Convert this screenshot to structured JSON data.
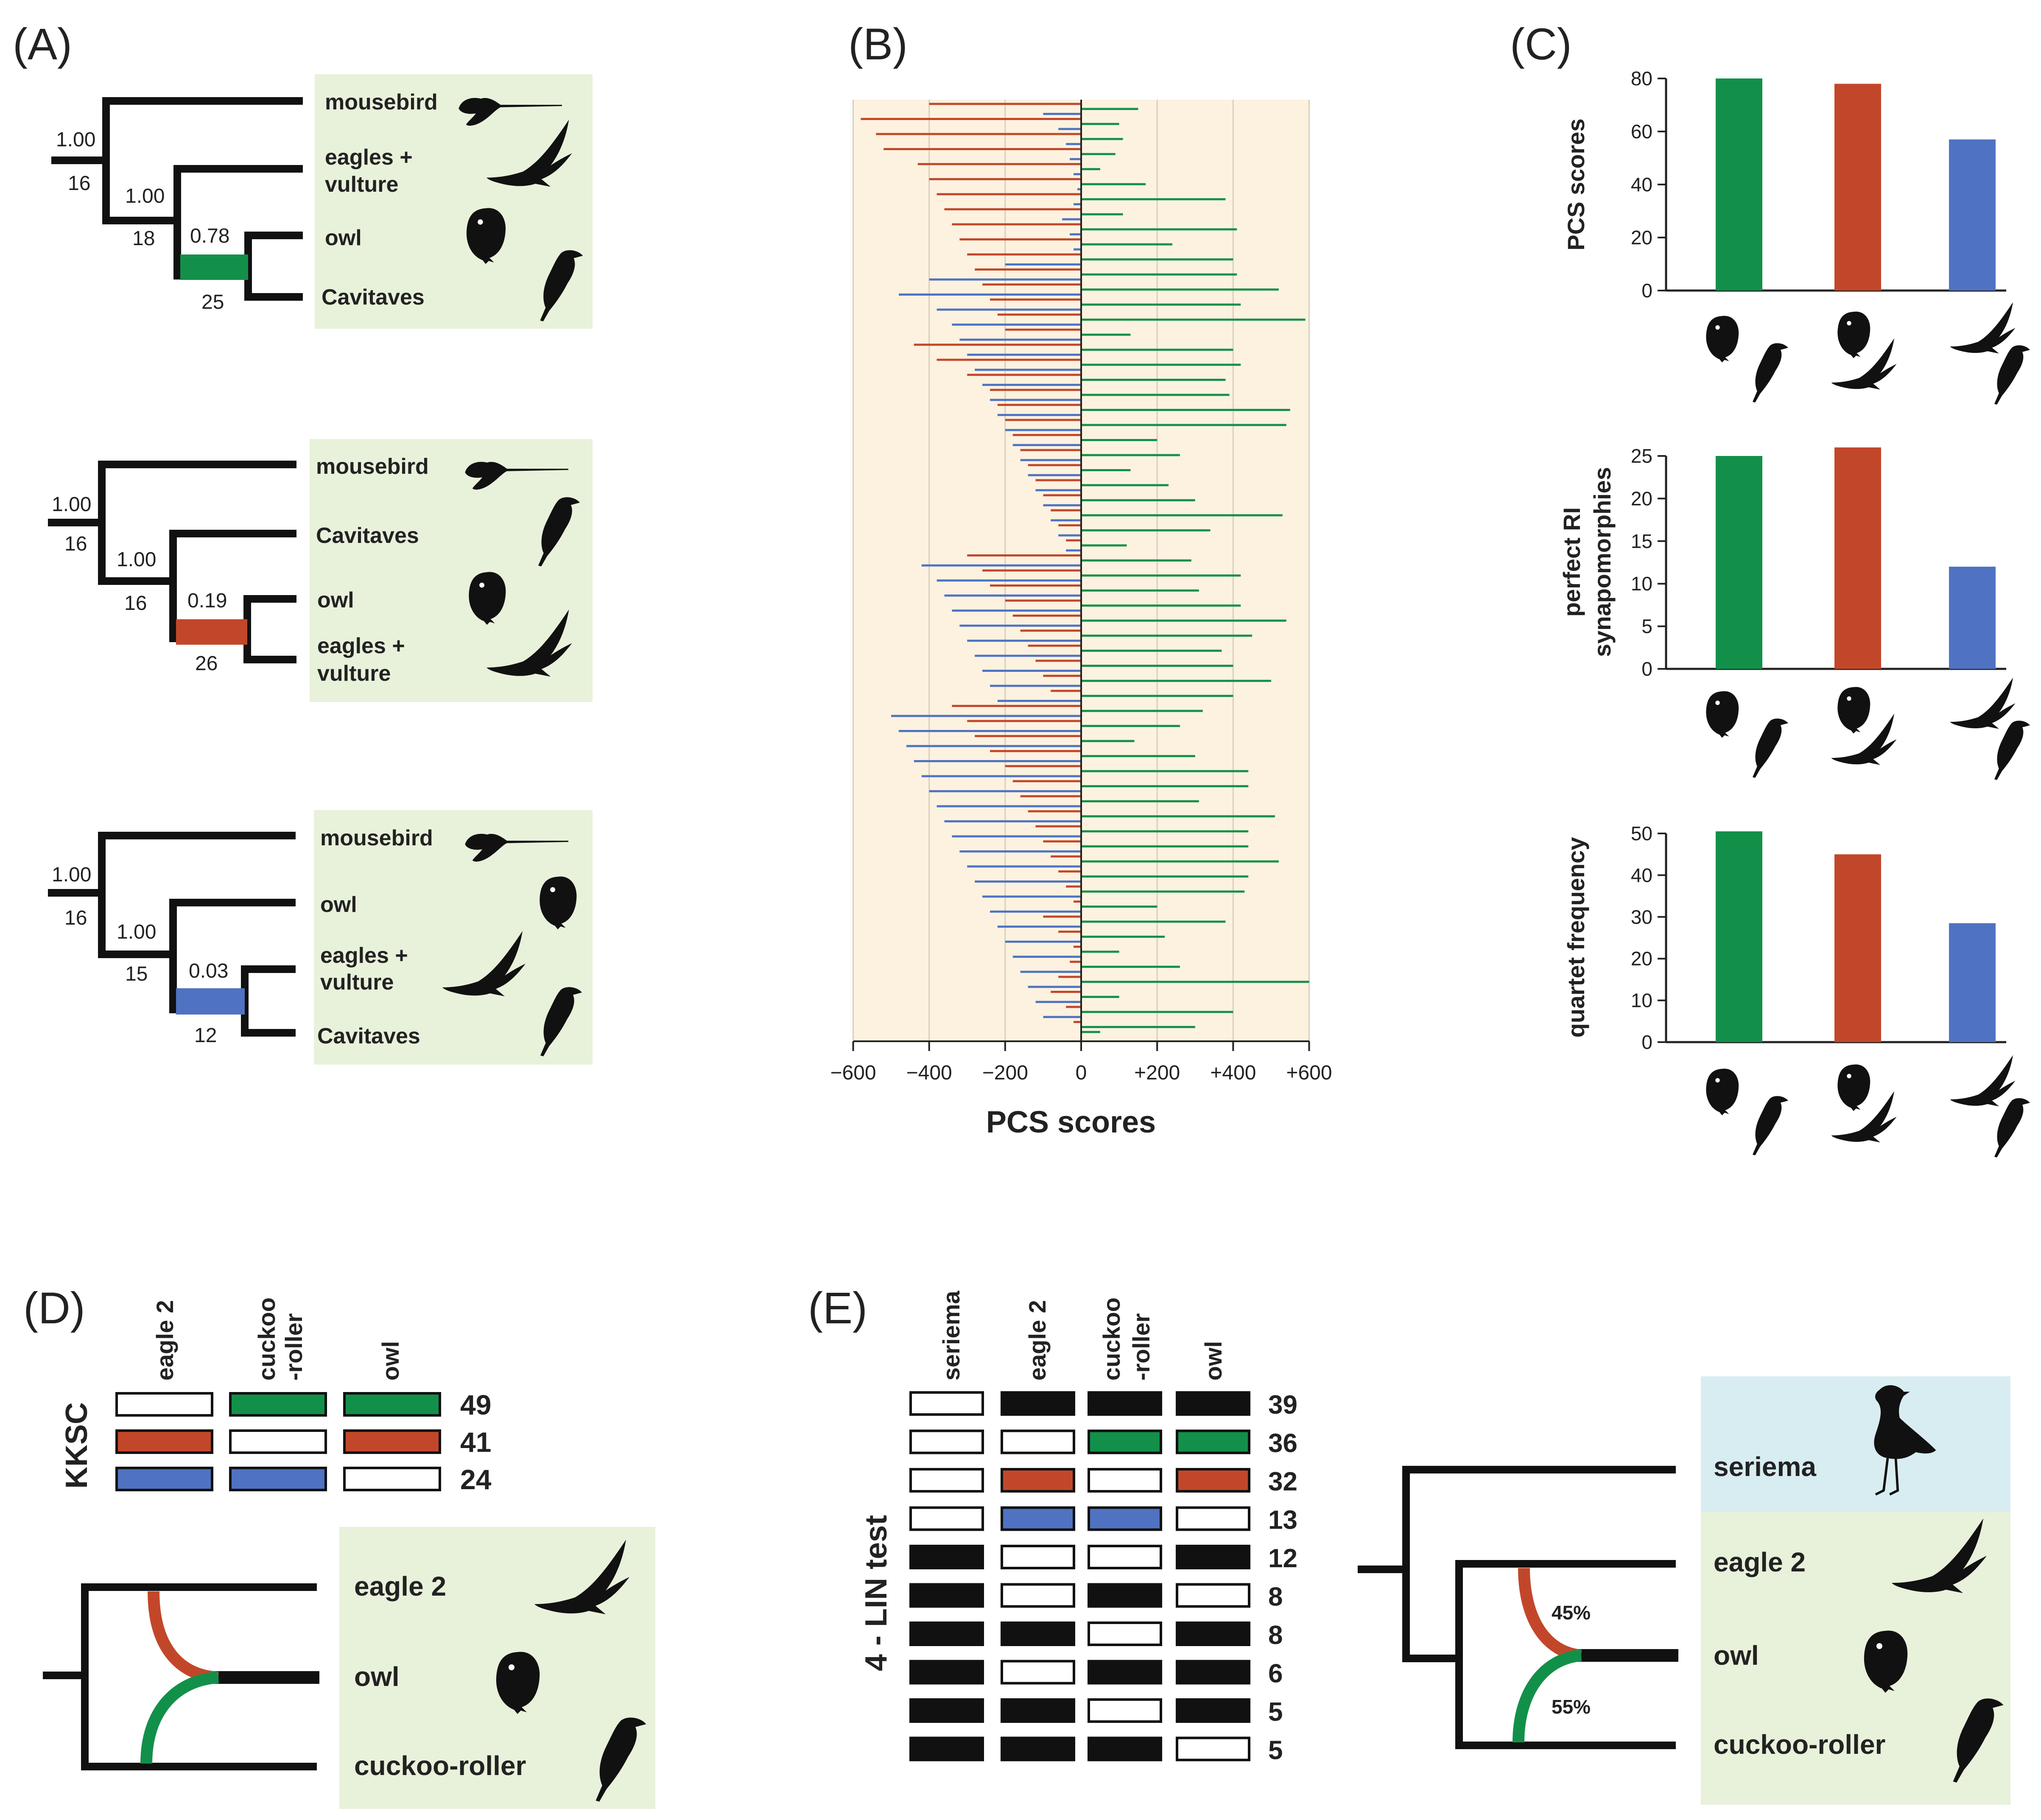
{
  "panels": {
    "a": "(A)",
    "b": "(B)",
    "c": "(C)",
    "d": "(D)",
    "e": "(E)"
  },
  "colors": {
    "green": "#12904a",
    "red": "#c2472a",
    "blue": "#4f73c2",
    "black": "#111111",
    "tree_bg": "#e8f1da",
    "chart_bg": "#fcf2df",
    "seriema_bg": "#d8edf1"
  },
  "trees": [
    {
      "root_support": "1.00",
      "root_count": "16",
      "inner_support": "1.00",
      "inner_count": "18",
      "clade_support": "0.78",
      "clade_count": "25",
      "taxa": [
        "mousebird",
        "eagles +",
        "vulture",
        "owl",
        "Cavitaves"
      ],
      "color": "green"
    },
    {
      "root_support": "1.00",
      "root_count": "16",
      "inner_support": "1.00",
      "inner_count": "16",
      "clade_support": "0.19",
      "clade_count": "26",
      "taxa": [
        "mousebird",
        "Cavitaves",
        "owl",
        "eagles +",
        "vulture"
      ],
      "color": "red"
    },
    {
      "root_support": "1.00",
      "root_count": "16",
      "inner_support": "1.00",
      "inner_count": "15",
      "clade_support": "0.03",
      "clade_count": "12",
      "taxa": [
        "mousebird",
        "owl",
        "eagles +",
        "vulture",
        "Cavitaves"
      ],
      "color": "blue"
    }
  ],
  "pcs_plot": {
    "xlabel": "PCS scores",
    "ticks": [
      "−600",
      "−400",
      "−200",
      "0",
      "+200",
      "+400",
      "+600"
    ]
  },
  "bar_charts": [
    {
      "ylabel": [
        "PCS scores"
      ],
      "ticks": [
        "80",
        "60",
        "40",
        "20",
        "0"
      ]
    },
    {
      "ylabel": [
        "perfect  RI",
        "synapomorphies"
      ],
      "ticks": [
        "25",
        "20",
        "15",
        "10",
        "5",
        "0"
      ]
    },
    {
      "ylabel": [
        "quartet  frequency"
      ],
      "ticks": [
        "50",
        "40",
        "30",
        "20",
        "10",
        "0"
      ]
    }
  ],
  "chart_data": [
    {
      "type": "bar",
      "ylabel": "PCS scores",
      "categories": [
        "owl + Cavitaves",
        "owl + eagles",
        "eagles + Cavitaves"
      ],
      "values": [
        80,
        78,
        57
      ],
      "ylim": [
        0,
        80
      ],
      "colors": [
        "#12904a",
        "#c2472a",
        "#4f73c2"
      ]
    },
    {
      "type": "bar",
      "ylabel": "perfect RI synapomorphies",
      "categories": [
        "owl + Cavitaves",
        "owl + eagles",
        "eagles + Cavitaves"
      ],
      "values": [
        25,
        26,
        12
      ],
      "ylim": [
        0,
        25
      ],
      "colors": [
        "#12904a",
        "#c2472a",
        "#4f73c2"
      ]
    },
    {
      "type": "bar",
      "ylabel": "quartet frequency",
      "categories": [
        "owl + Cavitaves",
        "owl + eagles",
        "eagles + Cavitaves"
      ],
      "values": [
        50.5,
        45,
        28.5
      ],
      "ylim": [
        0,
        50
      ],
      "colors": [
        "#12904a",
        "#c2472a",
        "#4f73c2"
      ]
    },
    {
      "type": "bar",
      "orientation": "horizontal",
      "xlabel": "PCS scores",
      "xlim": [
        -600,
        600
      ],
      "series": [
        {
          "color": "green",
          "values": [
            150,
            100,
            110,
            90,
            50,
            170,
            380,
            110,
            410,
            240,
            400,
            410,
            520,
            420,
            590,
            130,
            400,
            420,
            380,
            390,
            550,
            540,
            200,
            260,
            130,
            230,
            300,
            530,
            340,
            120,
            290,
            420,
            310,
            420,
            540,
            450,
            370,
            400,
            500,
            400,
            320,
            260,
            140,
            300,
            440,
            440,
            310,
            510,
            440,
            440,
            520,
            440,
            430,
            200,
            380,
            220,
            100,
            260,
            600,
            100,
            400,
            300,
            50
          ]
        },
        {
          "color": "red",
          "values": [
            -400,
            -580,
            -540,
            -520,
            -430,
            -400,
            -380,
            -360,
            -340,
            -320,
            -300,
            -280,
            -260,
            -240,
            -220,
            -200,
            -440,
            -380,
            -300,
            -240,
            -220,
            -200,
            -180,
            -160,
            -140,
            -120,
            -100,
            -80,
            -60,
            -40,
            -300,
            -260,
            -240,
            -200,
            -180,
            -160,
            -140,
            -120,
            -100,
            -80,
            -340,
            -300,
            -280,
            -240,
            -200,
            -180,
            -160,
            -140,
            -120,
            -100,
            -80,
            -60,
            -40,
            -20,
            -100,
            -60,
            -20,
            -30,
            -60,
            -80,
            -40,
            -20
          ]
        },
        {
          "color": "blue",
          "values": [
            -100,
            -60,
            -40,
            -30,
            -20,
            -10,
            -20,
            -50,
            -30,
            -20,
            -200,
            -400,
            -480,
            -380,
            -340,
            -320,
            -300,
            -280,
            -260,
            -240,
            -220,
            -200,
            -180,
            -160,
            -140,
            -120,
            -100,
            -80,
            -60,
            -40,
            -420,
            -380,
            -360,
            -340,
            -320,
            -300,
            -280,
            -260,
            -240,
            -220,
            -500,
            -480,
            -460,
            -440,
            -420,
            -400,
            -380,
            -360,
            -340,
            -320,
            -300,
            -280,
            -260,
            -240,
            -220,
            -200,
            -180,
            -160,
            -140,
            -120,
            -100
          ]
        }
      ]
    }
  ],
  "kksc": {
    "title": "KKSC",
    "columns": [
      "eagle 2",
      "cuckoo",
      "-roller",
      "owl"
    ],
    "rows": [
      {
        "count": "49",
        "cells": [
          "empty",
          "green",
          "green"
        ]
      },
      {
        "count": "41",
        "cells": [
          "red",
          "empty",
          "red"
        ]
      },
      {
        "count": "24",
        "cells": [
          "blue",
          "blue",
          "empty"
        ]
      }
    ],
    "taxa": [
      "eagle 2",
      "owl",
      "cuckoo-roller"
    ]
  },
  "lin": {
    "title": "4 - LIN test",
    "columns": [
      "seriema",
      "eagle 2",
      "cuckoo",
      "-roller",
      "owl"
    ],
    "rows": [
      {
        "count": "39",
        "cells": [
          "empty",
          "black",
          "black",
          "black"
        ]
      },
      {
        "count": "36",
        "cells": [
          "empty",
          "empty",
          "green",
          "green"
        ]
      },
      {
        "count": "32",
        "cells": [
          "empty",
          "red",
          "empty",
          "red"
        ]
      },
      {
        "count": "13",
        "cells": [
          "empty",
          "blue",
          "blue",
          "empty"
        ]
      },
      {
        "count": "12",
        "cells": [
          "black",
          "empty",
          "empty",
          "black"
        ]
      },
      {
        "count": "8",
        "cells": [
          "black",
          "empty",
          "black",
          "empty"
        ]
      },
      {
        "count": "8",
        "cells": [
          "black",
          "black",
          "empty",
          "black"
        ]
      },
      {
        "count": "6",
        "cells": [
          "black",
          "empty",
          "black",
          "black"
        ]
      },
      {
        "count": "5",
        "cells": [
          "black",
          "black",
          "empty",
          "black"
        ]
      },
      {
        "count": "5",
        "cells": [
          "black",
          "black",
          "black",
          "empty"
        ]
      }
    ],
    "taxa": [
      "seriema",
      "eagle 2",
      "owl",
      "cuckoo-roller"
    ],
    "pct_red": "45%",
    "pct_green": "55%"
  }
}
